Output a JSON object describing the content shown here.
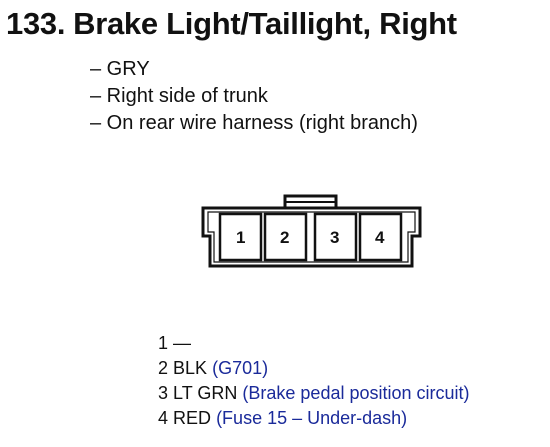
{
  "title": {
    "number": "133.",
    "text": "Brake Light/Taillight, Right"
  },
  "description": [
    "– GRY",
    "– Right side of trunk",
    "– On rear wire harness (right branch)"
  ],
  "connector": {
    "terminals": [
      "1",
      "2",
      "3",
      "4"
    ]
  },
  "pinout": [
    {
      "pin": "1",
      "wire": "—",
      "note": ""
    },
    {
      "pin": "2",
      "wire": "BLK",
      "note": "(G701)"
    },
    {
      "pin": "3",
      "wire": "LT GRN",
      "note": "(Brake pedal position circuit)"
    },
    {
      "pin": "4",
      "wire": "RED",
      "note": "(Fuse 15 – Under-dash)"
    }
  ],
  "colors": {
    "text": "#111111",
    "note": "#1a2a9a"
  }
}
